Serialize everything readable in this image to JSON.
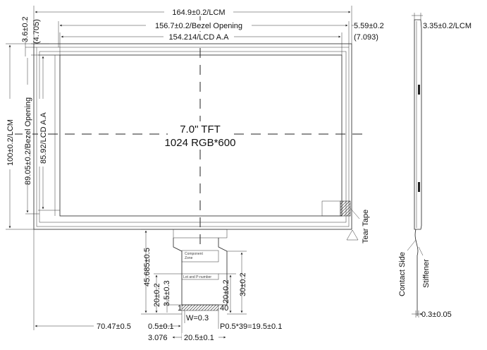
{
  "front_view": {
    "panel_title": "7.0\" TFT",
    "resolution": "1024 RGB*600",
    "dims": {
      "lcm_width": "164.9±0.2/LCM",
      "bezel_width": "156.7±0.2/Bezel Opening",
      "aa_width": "154.214/LCD A.A",
      "right_offset": "5.59±0.2",
      "right_offset_ref": "(7.093)",
      "top_offset": "3.6±0.2",
      "top_offset_ref": "(4.705)",
      "lcm_height": "100±0.2/LCM",
      "bezel_height": "89.05±0.2/Bezel Opening",
      "aa_height": "85.92/LCD A.A",
      "tear_tape": "Tear Tape"
    }
  },
  "fpc": {
    "dims": {
      "length_total": "45.685±0.5",
      "d20_left": "20±0.2",
      "d3_5": "3.5±0.3",
      "d20_right": "20±0.2",
      "d30": "30±0.2",
      "pin_count": "40",
      "pin1": "1",
      "width_w": "W=0.3",
      "pitch": "P0.5*39=19.5±0.1",
      "d0_5": "0.5±0.1",
      "offset_left": "70.47±0.5",
      "d3_076": "3.076",
      "d20_5": "20.5±0.1"
    },
    "labels": {
      "part_label": "Component\nZone",
      "part_number": "Lot and P-number"
    }
  },
  "side_view": {
    "thickness": "3.35±0.2/LCM",
    "contact_side": "Contact Side",
    "stiffener": "Stiffener",
    "stiffener_thickness": "0.3±0.05"
  }
}
